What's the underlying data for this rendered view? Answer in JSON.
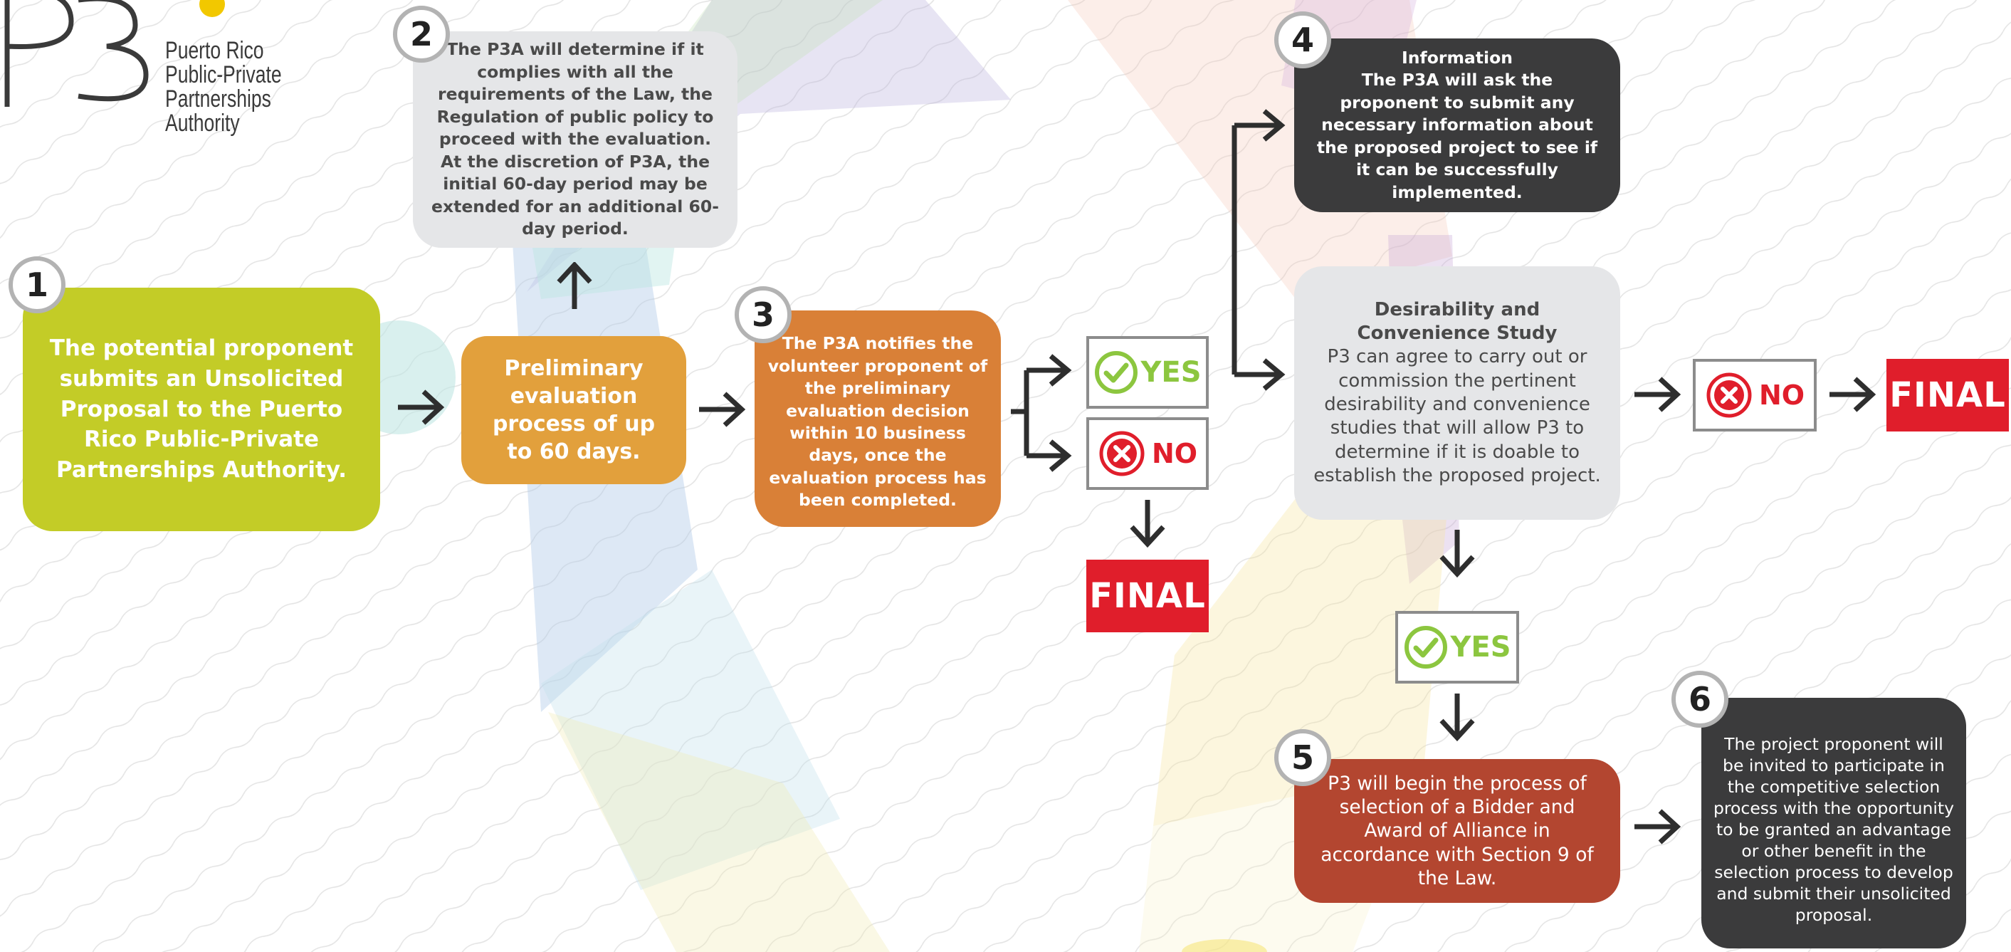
{
  "logo": {
    "mark": "P3",
    "lines": [
      "Puerto Rico",
      "Public-Private",
      "Partnerships Authority"
    ]
  },
  "colors": {
    "green": "#c3cc27",
    "orange_light": "#e2a03c",
    "orange": "#d98037",
    "red_brown": "#b34630",
    "dark": "#3b3b3c",
    "grey_box": "#e5e6e8",
    "final_red": "#e01e2b",
    "yes_green": "#8cc63f",
    "no_red": "#e01e2b"
  },
  "steps": {
    "s1": {
      "num": "1",
      "text": "The potential proponent submits an Unsolicited Proposal to the Puerto Rico Public-Private Partnerships Authority."
    },
    "prelim": {
      "text": "Preliminary evaluation process of up to 60 days."
    },
    "s2": {
      "num": "2",
      "text": "The P3A will determine if it complies with all the requirements of the Law, the Regulation of public policy to proceed with the evaluation. At the discretion of P3A, the initial 60-day period may be extended for an additional 60-day period."
    },
    "s3": {
      "num": "3",
      "text": "The P3A notifies the volunteer proponent of the preliminary evaluation decision within 10 business days, once the evaluation process has been completed."
    },
    "s4": {
      "num": "4",
      "title": "Information",
      "text": "The P3A will ask the proponent to submit any necessary information about the proposed project to see if it can be successfully implemented."
    },
    "study": {
      "title": "Desirability and Convenience Study",
      "text": "P3 can agree to carry out or commission the pertinent desirability and convenience studies that will allow P3 to determine if it is doable to establish the proposed project."
    },
    "s5": {
      "num": "5",
      "text": "P3 will begin the process of selection of a Bidder and Award of Alliance in accordance with Section 9 of the Law."
    },
    "s6": {
      "num": "6",
      "text": "The project proponent will be invited to participate in the competitive selection process with the opportunity to be granted an advantage or other benefit in the selection process to develop and submit their unsolicited proposal."
    }
  },
  "decisions": {
    "yes": "YES",
    "no": "NO",
    "final": "FINAL"
  },
  "icons": [
    "check-circle-icon",
    "x-circle-icon",
    "arrow-right-icon",
    "arrow-down-icon",
    "arrow-up-icon"
  ]
}
